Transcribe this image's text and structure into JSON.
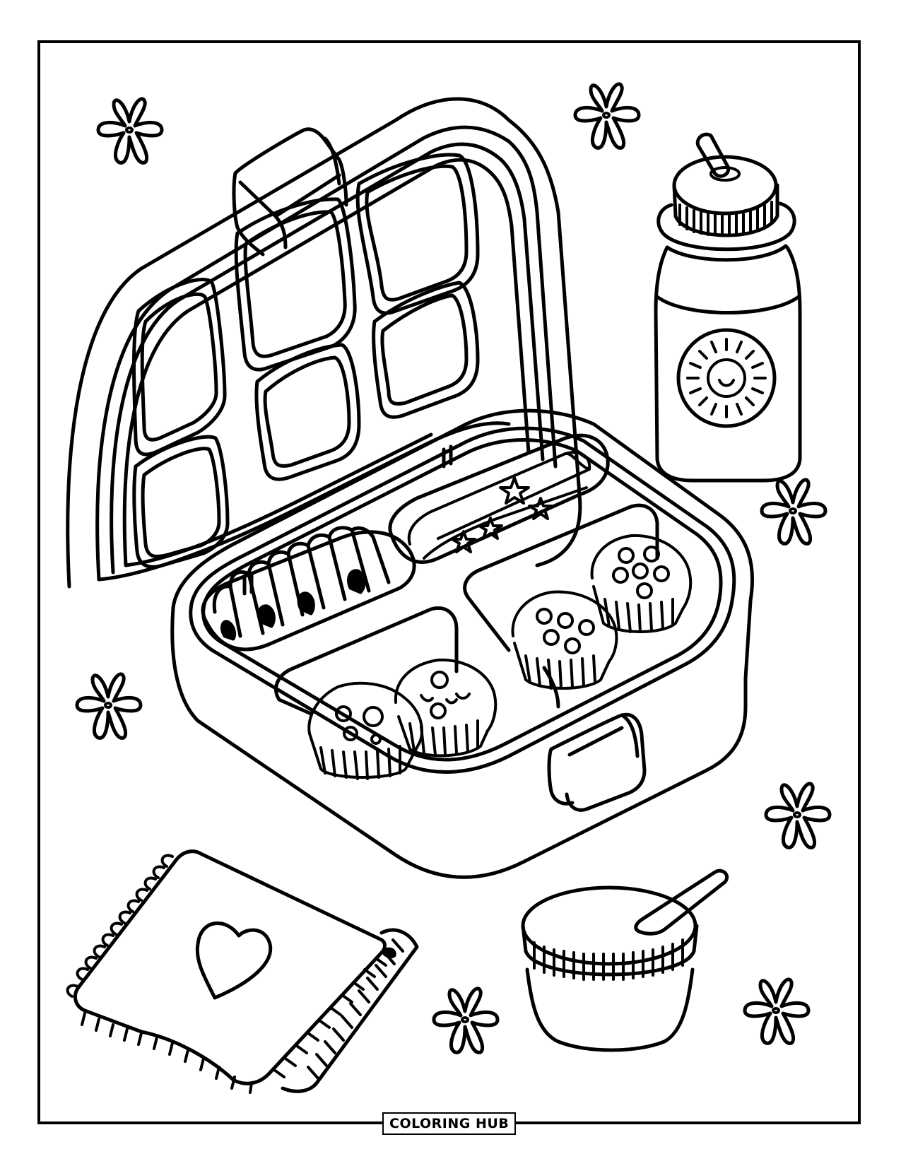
{
  "page": {
    "type": "coloring-page",
    "subject": "bento lunchbox picnic",
    "line_color": "#000000",
    "background_color": "#ffffff"
  },
  "brand": {
    "label": "COLORING HUB"
  },
  "illustration": {
    "lunchbox": {
      "lid_compartments": 6,
      "tray_compartments": 4,
      "contents": [
        {
          "name": "sandwich-slices",
          "detail": "striped slices with leaf decorations"
        },
        {
          "name": "star-wrap",
          "detail": "rolled wrap with 4 stars"
        },
        {
          "name": "cupcake-pair-left",
          "detail": "2 muffins, one with a sleepy face"
        },
        {
          "name": "cupcake-pair-right",
          "detail": "2 muffins with dotted tops"
        }
      ]
    },
    "water_bottle": {
      "logo": "smiling-sun"
    },
    "napkin": {
      "decoration": "heart"
    },
    "yogurt_cup": {
      "accessory": "spoon"
    },
    "flowers": 7
  }
}
